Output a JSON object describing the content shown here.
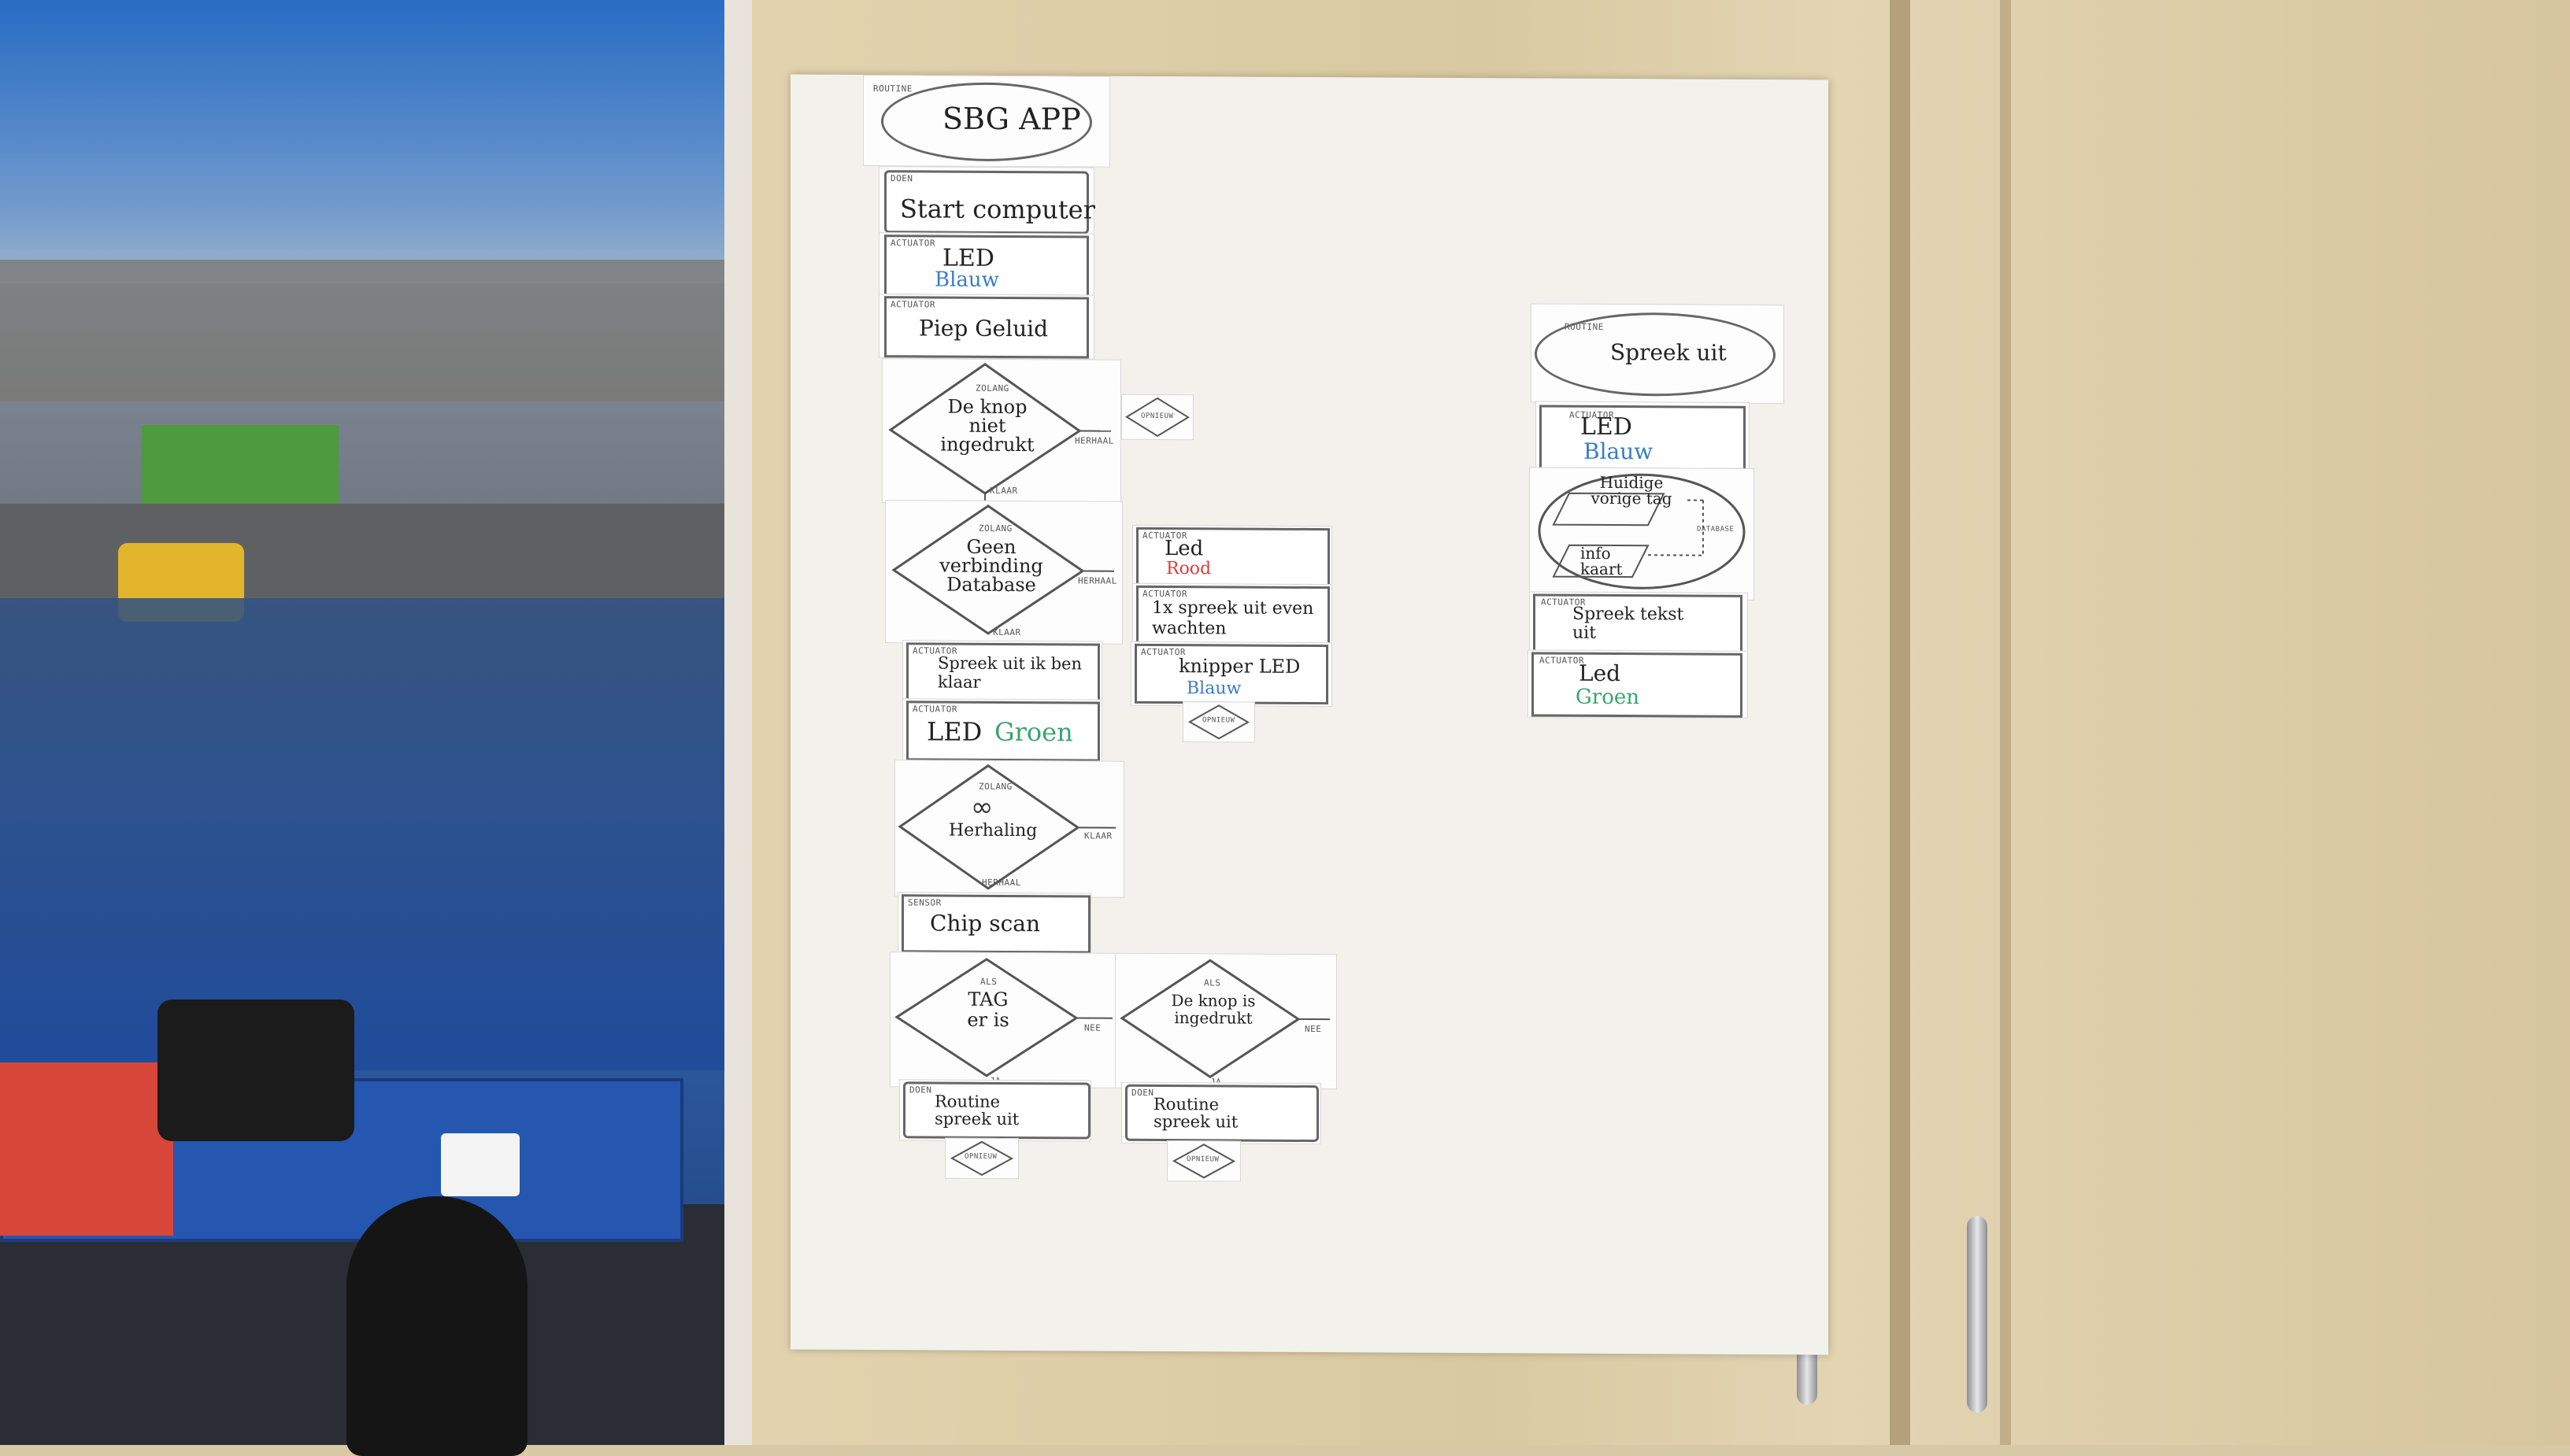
{
  "poster": {
    "routine_main": {
      "tag": "ROUTINE",
      "title": "SBG APP"
    },
    "routine_speak": {
      "tag": "ROUTINE",
      "title": "Spreek uit"
    },
    "blocks": [
      {
        "tag": "DOEN",
        "text": "Start computer"
      },
      {
        "tag": "ACTUATOR",
        "line1": "LED",
        "line2": "Blauw"
      },
      {
        "tag": "ACTUATOR",
        "text": "Piep Geluid"
      },
      {
        "tag": "ZOLANG",
        "text": "De knop niet ingedrukt",
        "right": "HERHAAL",
        "bottom": "KLAAR"
      },
      {
        "tag": "OPNIEUW"
      },
      {
        "tag": "ZOLANG",
        "text": "Geen verbinding Database",
        "right": "HERHAAL",
        "bottom": "KLAAR"
      },
      {
        "tag": "ACTUATOR",
        "line1": "Led",
        "line2": "Rood"
      },
      {
        "tag": "ACTUATOR",
        "text": "1x spreek uit even wachten"
      },
      {
        "tag": "ACTUATOR",
        "line1": "knipper LED",
        "line2": "Blauw"
      },
      {
        "tag": "OPNIEUW"
      },
      {
        "tag": "ACTUATOR",
        "text": "Spreek uit ik ben klaar"
      },
      {
        "tag": "ACTUATOR",
        "line1": "LED",
        "line2": "Groen"
      },
      {
        "tag": "ZOLANG",
        "text": "Herhaling",
        "right": "KLAAR",
        "bottom": "HERHAAL"
      },
      {
        "tag": "SENSOR",
        "text": "Chip scan"
      },
      {
        "tag": "ALS",
        "text": "TAG er is",
        "right": "NEE",
        "bottom": "JA"
      },
      {
        "tag": "ALS",
        "text": "De knop is ingedrukt",
        "right": "NEE",
        "bottom": "JA"
      },
      {
        "tag": "DOEN",
        "text": "Routine spreek uit"
      },
      {
        "tag": "DOEN",
        "text": "Routine spreek uit"
      },
      {
        "tag": "OPNIEUW"
      },
      {
        "tag": "OPNIEUW"
      },
      {
        "tag": "ACTUATOR",
        "line1": "LED",
        "line2": "Blauw"
      },
      {
        "tag": "DATABASE",
        "text": "Huidige vorige tag",
        "text2": "info kaart"
      },
      {
        "tag": "ACTUATOR",
        "text": "Spreek tekst uit"
      },
      {
        "tag": "ACTUATOR",
        "line1": "Led",
        "line2": "Groen"
      }
    ]
  },
  "colors": {
    "blue": "#3a7cc4",
    "red": "#e23a3a",
    "green": "#3aa46e"
  }
}
